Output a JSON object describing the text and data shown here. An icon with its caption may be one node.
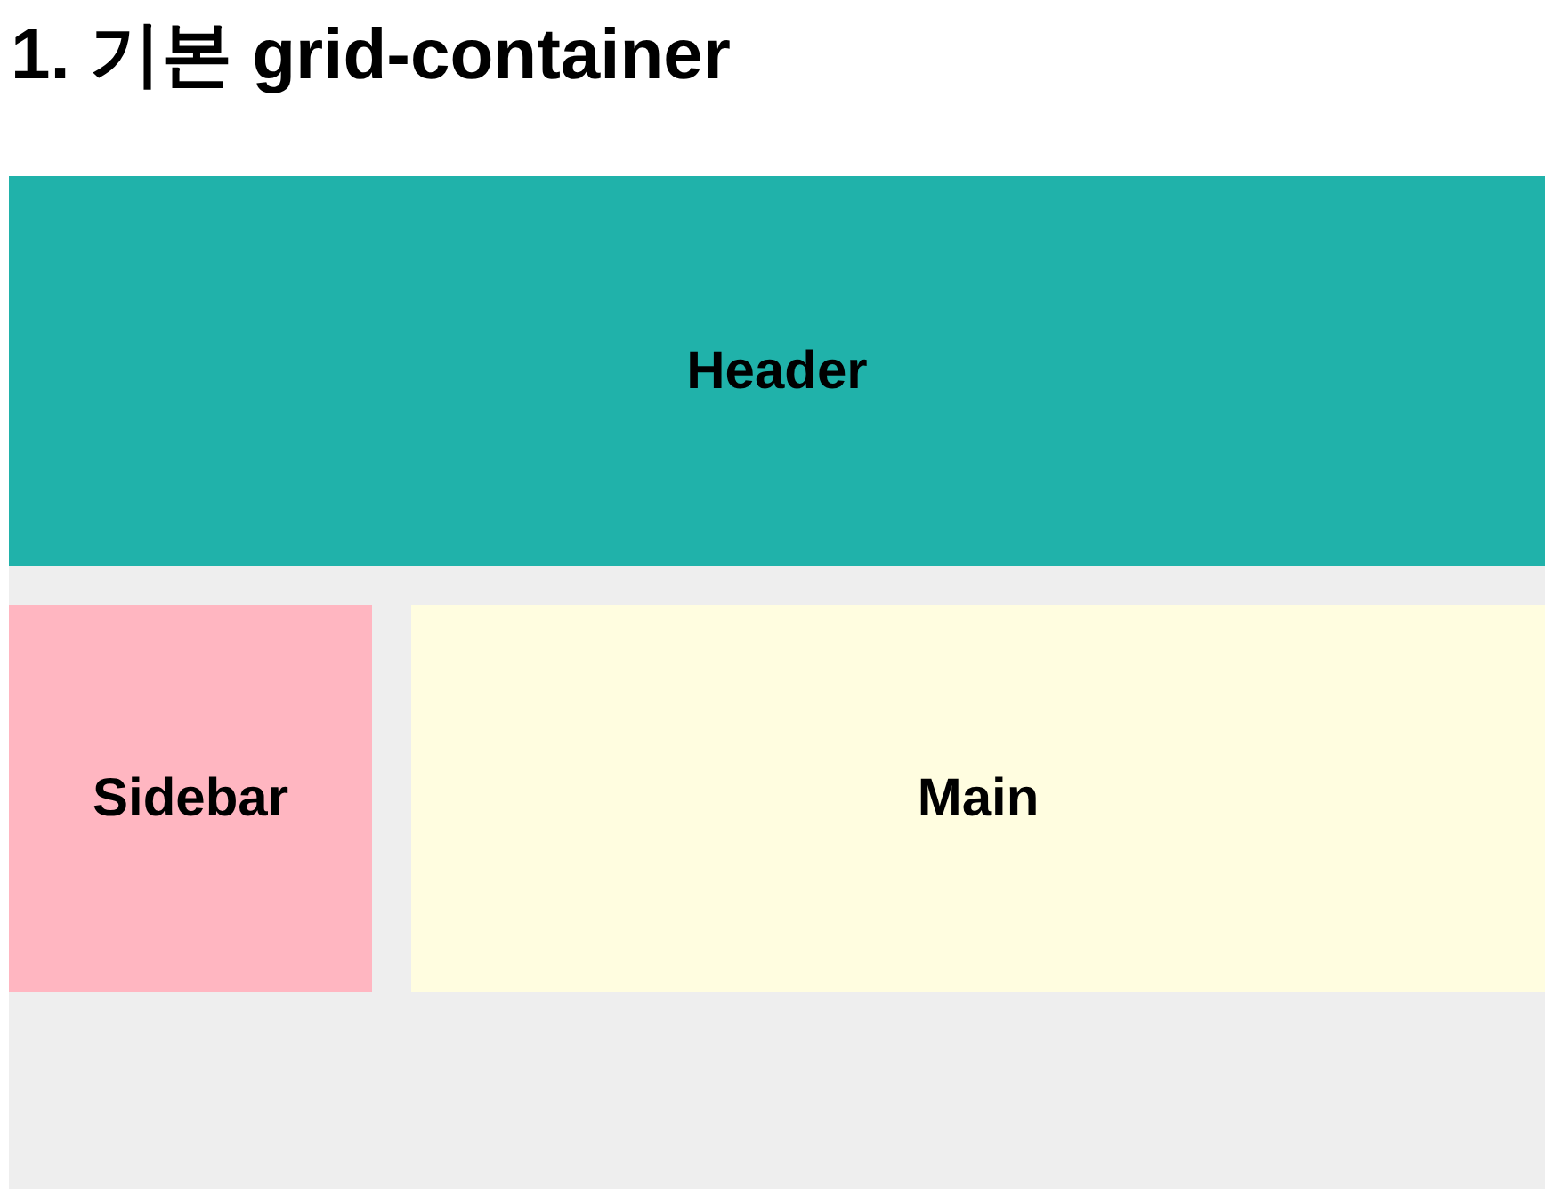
{
  "diagram": {
    "title": "1. 기본 grid-container",
    "nodes": [
      {
        "text": [],
        "shape": "box"
      },
      {
        "text": [
          "Header"
        ],
        "in": 0
      },
      {
        "text": [
          "Sidebar"
        ],
        "in": 0
      },
      {
        "text": [
          "Main"
        ],
        "in": 0
      }
    ]
  }
}
